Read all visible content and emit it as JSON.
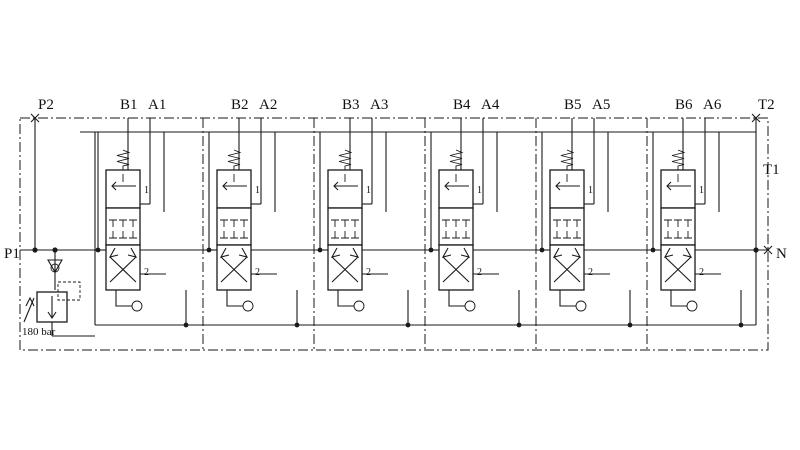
{
  "diagram": {
    "ports": {
      "p1": "P1",
      "p2": "P2",
      "t1": "T1",
      "t2": "T2",
      "n": "N"
    },
    "relief_valve_label": "180 bar",
    "sections": [
      {
        "b": "B1",
        "a": "A1",
        "pos1": "1",
        "pos2": "2"
      },
      {
        "b": "B2",
        "a": "A2",
        "pos1": "1",
        "pos2": "2"
      },
      {
        "b": "B3",
        "a": "A3",
        "pos1": "1",
        "pos2": "2"
      },
      {
        "b": "B4",
        "a": "A4",
        "pos1": "1",
        "pos2": "2"
      },
      {
        "b": "B5",
        "a": "A5",
        "pos1": "1",
        "pos2": "2"
      },
      {
        "b": "B6",
        "a": "A6",
        "pos1": "1",
        "pos2": "2"
      }
    ]
  }
}
